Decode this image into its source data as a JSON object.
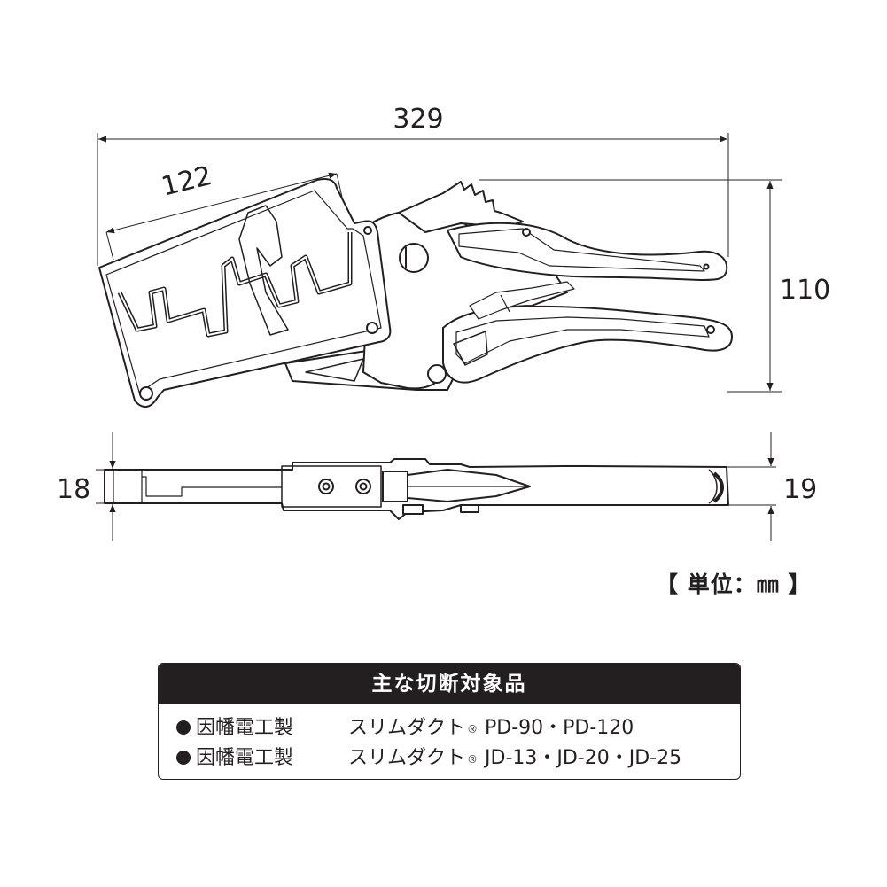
{
  "dimensions": {
    "overall_length": "329",
    "blade_guide_width": "122",
    "height": "110",
    "thickness_left": "18",
    "thickness_right": "19"
  },
  "unit_label": "【 単位：㎜ 】",
  "target_box": {
    "title": "主な切断対象品",
    "items": [
      {
        "maker": "因幡電工製",
        "product": "スリムダクト",
        "mark": "®",
        "models": "PD-90・PD-120"
      },
      {
        "maker": "因幡電工製",
        "product": "スリムダクト",
        "mark": "®",
        "models": "JD-13・JD-20・JD-25"
      }
    ]
  },
  "colors": {
    "line": "#231f20",
    "background": "#ffffff",
    "header_bg": "#231f20",
    "header_text": "#ffffff"
  }
}
